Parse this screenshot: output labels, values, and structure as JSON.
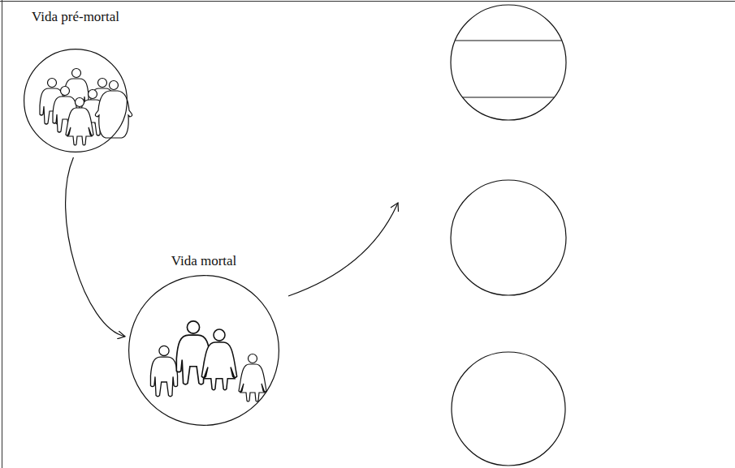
{
  "diagram": {
    "nodes": [
      {
        "text": [
          "Vida pré-mortal"
        ]
      },
      {
        "text": [
          "Vida mortal"
        ]
      }
    ],
    "edges": [
      {
        "from": 0,
        "to": 1,
        "arrow": "to"
      }
    ]
  }
}
